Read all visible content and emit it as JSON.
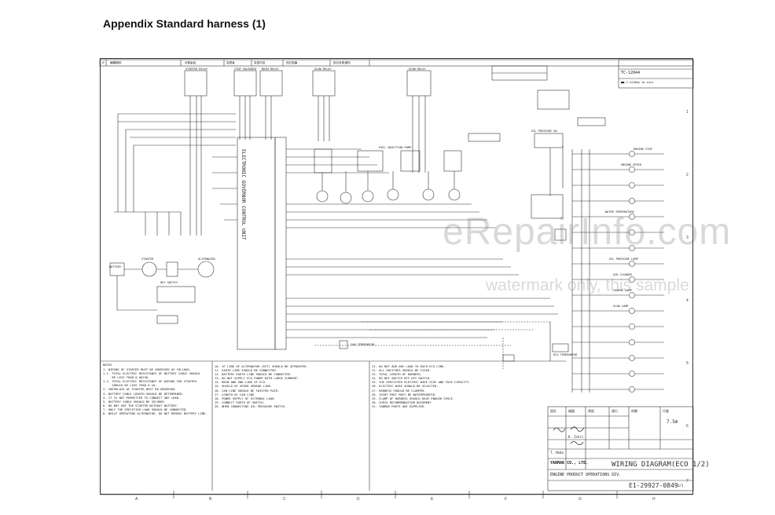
{
  "page": {
    "title": "Appendix  Standard harness (1)"
  },
  "watermark": {
    "site": "eRepairInfo.com",
    "note": "watermark only, this sample"
  },
  "drawing": {
    "header_left": "IF",
    "header_cells": [
      "種類機种",
      "対象製品",
      "変更者",
      "変更内容",
      "改訂図番",
      "設計変更通知"
    ],
    "header_right": "TC-12044",
    "top_right_code": "■■ 2.24(New 1a euro",
    "component_labels": [
      "STARTER RELAY",
      "STOP SOLENOID",
      "MAIN RELAY",
      "GLOW RELAY",
      "GLOW RELAY",
      "FUEL INJECTION PUMP",
      "OIL PRESSURE SW",
      "BATTERY",
      "STARTER",
      "ALTERNATOR",
      "KEY SWITCH",
      "ENGINE STOP",
      "ENGINE SPEED",
      "WATER TEMPERATURE",
      "OIL PRESSURE LAMP",
      "AIR CLEANER",
      "CHARGE LAMP",
      "GLOW LAMP",
      "CAN TERMINATOR",
      "ECU TERMINATOR"
    ],
    "ecu_label": "ELECTRONIC GOVERNOR CONTROL UNIT",
    "notes_title": "NOTES",
    "notes_left": "1. WIRING OF STARTER MUST BE OBSERVED AS FOLLOWS.\n1-1. TOTAL ELECTRIC RESISTANCE OF BATTERY CABLE SHOULD\n     BE LESS THAN 0.0015Ω.\n1-2. TOTAL ELECTRIC RESISTANCE OF WIRING FOR STARTER\n     SHOULD BE LESS THAN 0.1Ω.\n2. INTERLOCK OF STARTER MUST BE OBSERVED.\n3. BATTERY CABLE LENGTH SHOULD BE DETERMINED.\n4. IT IS NOT PERMITTED TO CONNECT ANY LOAD.\n5. BATTERY CABLE SHOULD BE SECURED.\n6. DO NOT USE THE STARTER WITHOUT BATTERY.\n7. ONLY THE SPECIFIED LOAD SHOULD BE CONNECTED.\n8. WHILE OPERATING ALTERNATOR, DO NOT REMOVE BATTERY LINE.",
    "notes_mid": "10. IF LINE OF ALTERNATOR (EXT) SHOULD BE SEPARATED.\n11. EARTH LINE SHOULD BE CONNECTED.\n12. BATTERY EARTH LINE SHOULD BE CONNECTED.\n13. DO NOT SUPPLY ECU POWER WITH LARGE CURRENT.\n14. MAIN AND GND LINE OF ECU.\n15. SHIELD OF SPEED SENSOR LINE.\n16. CAN LINE SHOULD BE TWISTED PAIR.\n17. LENGTH OF CAN LINE.\n18. POWER SUPPLY OF EXTERNAL LOAD.\n19. CONNECT EARTH OF SWITCH.\n20. WHEN CONNECTING OIL PRESSURE SWITCH.",
    "notes_right": "21. DO NOT ADD ANY LOAD TO EACH ECU LINE.\n22. ALL SWITCHES SHOULD BE FIXED.\n23. TOTAL LENGTH OF HARNESS.\n24. DO NOT SWITCH OFF KEY SWITCH.\n25. THE SPECIFIED ELECTRIC WIRE SIZE AND FUSE CAPACITY.\n26. ELECTRIC WIRE SHOULD BE SELECTED.\n27. HARNESS SHOULD BE CLAMPED.\n28. JOINT PART MUST BE WATERPROOFED.\n29. CLAMP OF HARNESS SHOULD HAVE ENOUGH SPACE.\n30. CHECK RECOMMENDATION DOCUMENT.\n31. YANMAR PARTS ARE SUPPLIED.",
    "title_block": {
      "company": "YANMAR CO., LTD.",
      "division": "ENGINE PRODUCT OPERATIONS DIV.",
      "drawing_title": "WIRING DIAGRAM(ECO 1/2)",
      "drawing_number": "E1-29927-0849",
      "sheet": "1/1",
      "scale": "7.5m",
      "names": [
        "T. Noda",
        "K. Ishii"
      ],
      "fields": [
        "設計",
        "検図",
        "承認",
        "発行",
        "材質",
        "尺度"
      ]
    },
    "columns": [
      "A",
      "B",
      "C",
      "D",
      "E",
      "F",
      "G",
      "H"
    ],
    "rows": [
      "1",
      "2",
      "3",
      "4",
      "5",
      "6",
      "7"
    ]
  },
  "colors": {
    "line": "#333333",
    "watermark": "#9a9a9a",
    "paper": "#ffffff"
  }
}
